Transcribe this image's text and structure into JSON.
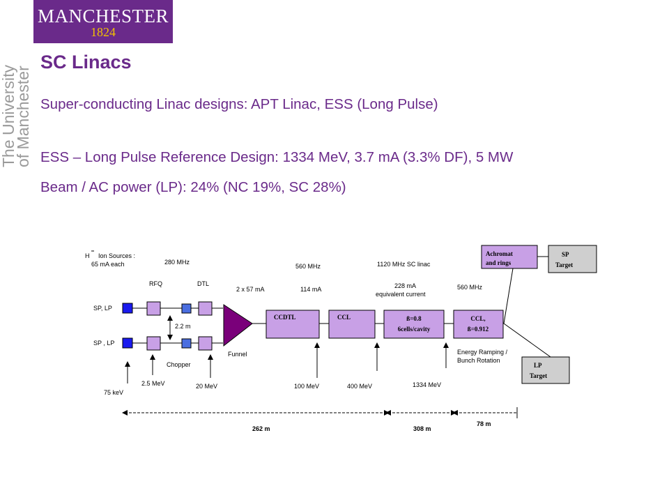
{
  "logo": {
    "name": "MANCHESTER",
    "year": "1824"
  },
  "vertical_text": [
    "The University",
    "of Manchester"
  ],
  "title": "SC Linacs",
  "body": {
    "line1": "Super-conducting Linac designs: APT Linac, ESS (Long Pulse)",
    "line2": "ESS – Long Pulse Reference Design: 1334 MeV, 3.7 mA (3.3% DF), 5 MW",
    "line3": "Beam / AC power (LP): 24% (NC 19%, SC 28%)"
  },
  "diagram": {
    "ion_sources_a": "H",
    "ion_sources_b": "Ion Sources :",
    "ion_sources_c": "65 mA each",
    "freq_280": "280 MHz",
    "freq_560a": "560 MHz",
    "freq_1120": "1120 MHz SC linac",
    "freq_560b": "560 MHz",
    "rfq": "RFQ",
    "dtl": "DTL",
    "current_2x57": "2  x 57 mA",
    "current_114": "114 mA",
    "current_228": "228 mA",
    "equiv_current": "equivalent current",
    "sp_lp_top": "SP, LP",
    "sp_lp_bottom": "SP , LP",
    "dist_22": "2.2 m",
    "chopper": "Chopper",
    "funnel": "Funnel",
    "ccdtl": "CCDTL",
    "ccl": "CCL",
    "beta08_a": "ß=0.8",
    "beta08_b": "6cells/cavity",
    "ccl2_a": "CCL,",
    "ccl2_b": "ß=0.912",
    "achromat_a": "Achromat",
    "achromat_b": "and rings",
    "sp_target_a": "SP",
    "sp_target_b": "Target",
    "lp_target_a": "LP",
    "lp_target_b": "Target",
    "energy_ramp_a": "Energy Ramping /",
    "energy_ramp_b": "Bunch Rotation",
    "e_75kev": "75 keV",
    "e_25mev": "2.5 MeV",
    "e_20mev": "20 MeV",
    "e_100mev": "100 MeV",
    "e_400mev": "400  MeV",
    "e_1334mev": "1334 MeV",
    "len_262": "262  m",
    "len_308": "308 m",
    "len_78": "78 m"
  },
  "colors": {
    "brand_purple": "#6a2a8a",
    "accent_yellow": "#f2c200",
    "box_lavender": "#c8a0e6",
    "funnel_purple": "#7a007a",
    "source_blue": "#1a1aee",
    "chopper_blue": "#4a6ee0",
    "target_gray": "#cfcfcf"
  }
}
